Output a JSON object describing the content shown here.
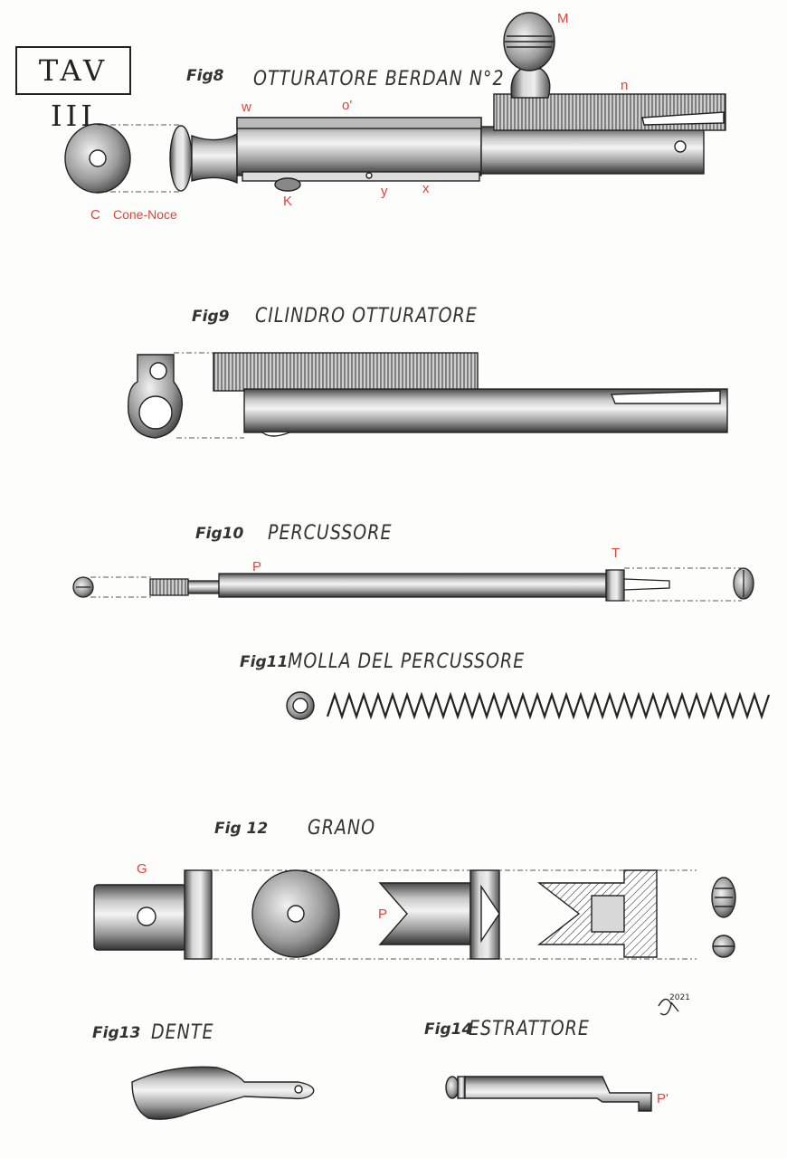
{
  "plate": {
    "title": "TAV III",
    "signature": "2021"
  },
  "colors": {
    "ink": "#222222",
    "metal_dark": "#3c3c3c",
    "metal_mid": "#8c8c8c",
    "metal_light": "#e8e8e8",
    "label_red": "#e0443a",
    "paper": "#fdfdfb"
  },
  "fig8": {
    "number": "Fig8",
    "caption": "OTTURATORE   BERDAN N°2",
    "labels": {
      "w": "w",
      "o_prime": "o'",
      "M": "M",
      "n": "n",
      "K": "K",
      "y": "y",
      "x": "x",
      "C": "C",
      "cone_noce": "Cone-Noce"
    }
  },
  "fig9": {
    "number": "Fig9",
    "caption": "CILINDRO OTTURATORE"
  },
  "fig10": {
    "number": "Fig10",
    "caption": "PERCUSSORE",
    "labels": {
      "P": "P",
      "T": "T"
    }
  },
  "fig11": {
    "number": "Fig11",
    "caption": "MOLLA  DEL  PERCUSSORE"
  },
  "fig12": {
    "number": "Fig 12",
    "caption": "GRANO",
    "labels": {
      "G": "G",
      "P": "P"
    }
  },
  "fig13": {
    "number": "Fig13",
    "caption": "DENTE"
  },
  "fig14": {
    "number": "Fig14",
    "caption": "ESTRATTORE",
    "labels": {
      "P_prime": "P'"
    }
  }
}
